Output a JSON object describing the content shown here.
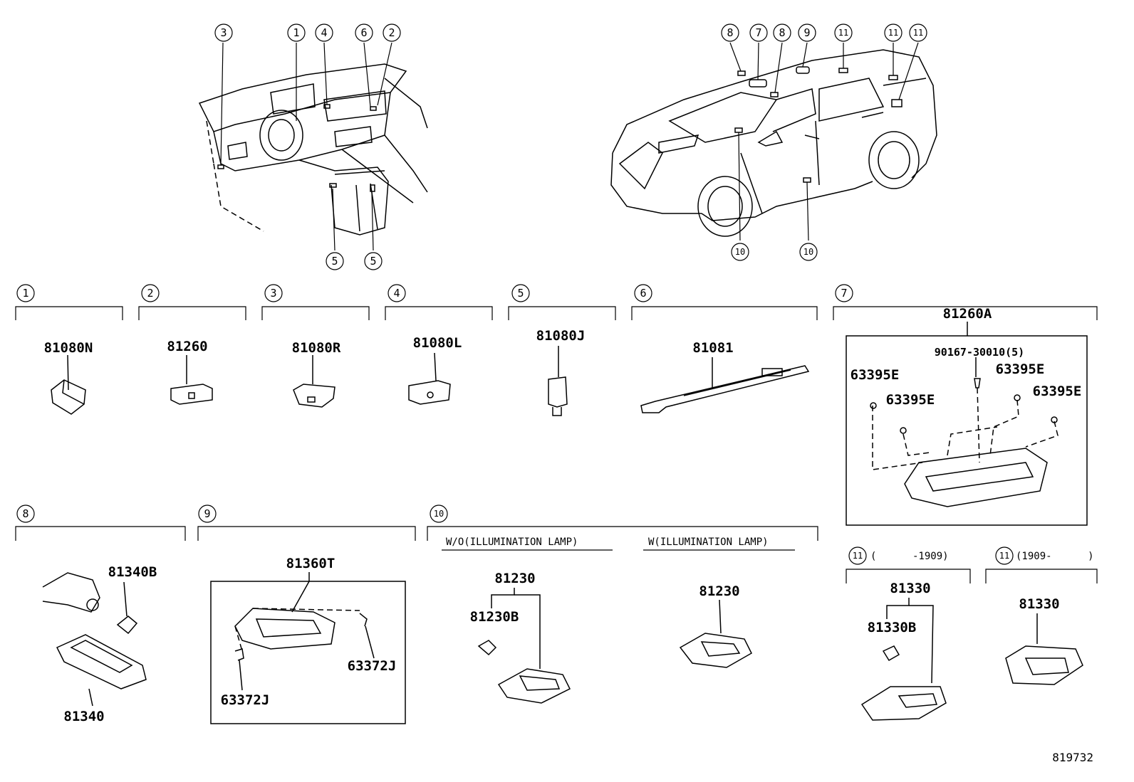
{
  "diagram_id": "819732",
  "callouts": {
    "c1": "1",
    "c2": "2",
    "c3": "3",
    "c4": "4",
    "c5": "5",
    "c6": "6",
    "c7": "7",
    "c8": "8",
    "c9": "9",
    "c10": "10",
    "c11": "11"
  },
  "parts": {
    "p81080N": "81080N",
    "p81260": "81260",
    "p81080R": "81080R",
    "p81080L": "81080L",
    "p81080J": "81080J",
    "p81081": "81081",
    "p81260A": "81260A",
    "p90167": "90167-30010(5)",
    "p63395E": "63395E",
    "p81340B": "81340B",
    "p81340": "81340",
    "p81360T": "81360T",
    "p63372J": "63372J",
    "p81230": "81230",
    "p81230B": "81230B",
    "p81330": "81330",
    "p81330B": "81330B"
  },
  "notes": {
    "wo_illum": "W/O(ILLUMINATION LAMP)",
    "w_illum": "W(ILLUMINATION LAMP)",
    "to1909": "(      -1909)",
    "from1909": "(1909-      )"
  }
}
